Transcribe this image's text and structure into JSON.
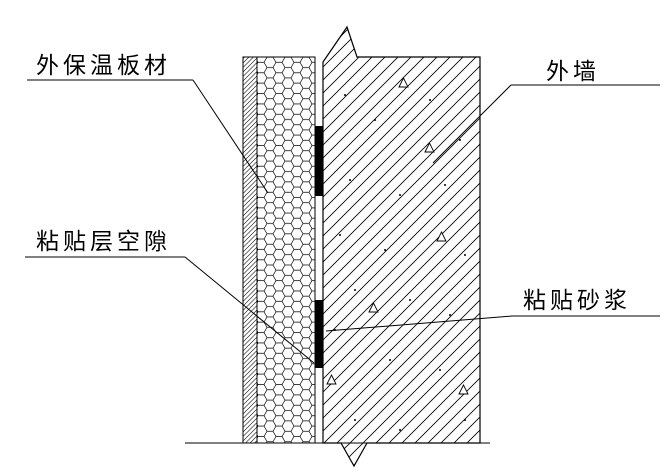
{
  "drawing": {
    "background": "#ffffff",
    "line_color": "#000000",
    "mortar_fill": "#000000",
    "labels": {
      "insulation_board": "外保温板材",
      "exterior_wall": "外墙",
      "adhesive_gap": "粘贴层空隙",
      "adhesive_mortar": "粘贴砂浆"
    }
  }
}
